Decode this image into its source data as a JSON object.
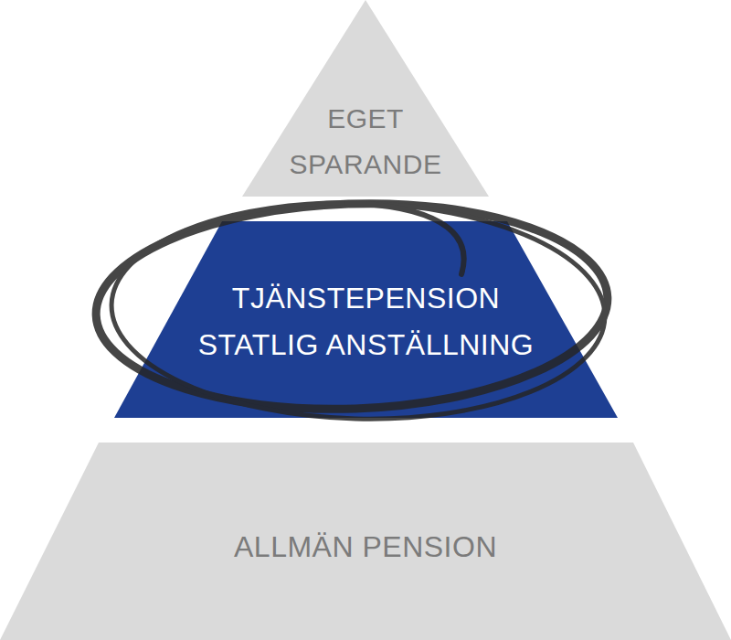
{
  "diagram": {
    "nodes": [
      {
        "text": [
          "EGET SPARANDE"
        ]
      },
      {
        "text": [
          "TJÄNSTEPENSION STATLIG ANSTÄLLNING"
        ]
      },
      {
        "text": [
          "ALLMÄN PENSION"
        ]
      }
    ]
  }
}
